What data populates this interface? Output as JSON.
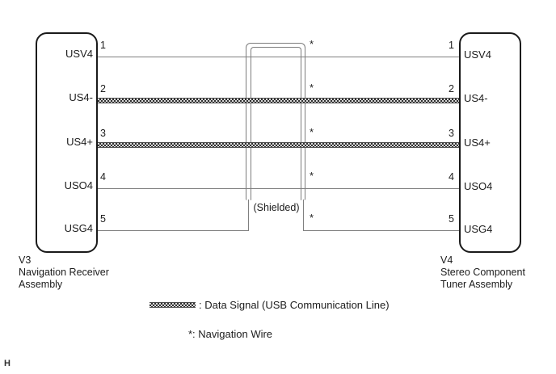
{
  "diagram": {
    "connectors": {
      "left": {
        "code": "V3",
        "name_line1": "Navigation Receiver",
        "name_line2": "Assembly",
        "pins": [
          {
            "number": "1",
            "label": "USV4"
          },
          {
            "number": "2",
            "label": "US4-"
          },
          {
            "number": "3",
            "label": "US4+"
          },
          {
            "number": "4",
            "label": "USO4"
          },
          {
            "number": "5",
            "label": "USG4"
          }
        ]
      },
      "right": {
        "code": "V4",
        "name_line1": "Stereo Component",
        "name_line2": "Tuner Assembly",
        "pins": [
          {
            "number": "1",
            "label": "USV4"
          },
          {
            "number": "2",
            "label": "US4-"
          },
          {
            "number": "3",
            "label": "US4+"
          },
          {
            "number": "4",
            "label": "USO4"
          },
          {
            "number": "5",
            "label": "USG4"
          }
        ]
      }
    },
    "shield_label": "(Shielded)",
    "wire_note_symbol": "*",
    "legend": {
      "data_signal_text": ": Data Signal (USB Communication Line)"
    },
    "footnote": "*: Navigation Wire",
    "page_marker": "H",
    "colors": {
      "wire": "#808080",
      "box_border": "#1a1a1a",
      "data_wire_dark": "#2f2f2f",
      "data_wire_light": "#d9d9d9"
    }
  }
}
